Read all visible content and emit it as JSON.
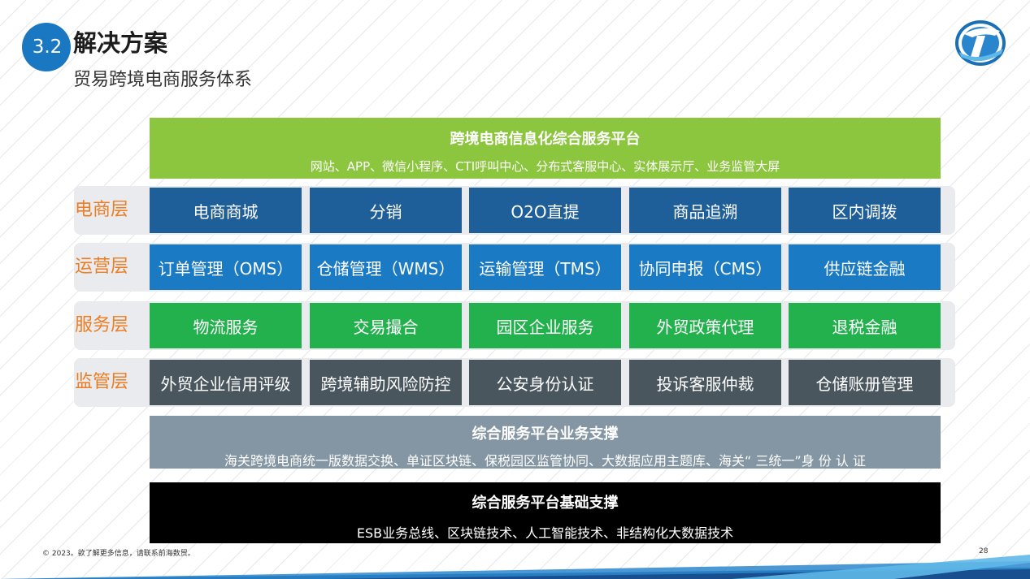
{
  "header": {
    "section_number": "3.2",
    "title": "解决方案",
    "subtitle": "贸易跨境电商服务体系"
  },
  "top_banner": {
    "title": "跨境电商信息化综合服务平台",
    "description": "网站、APP、微信小程序、CTI呼叫中心、分布式客服中心、实体展示厅、业务监管大屏"
  },
  "layers": [
    {
      "label": "电商层",
      "items": [
        "电商商城",
        "分销",
        "O2O直提",
        "商品追溯",
        "区内调拨"
      ]
    },
    {
      "label": "运营层",
      "items": [
        "订单管理（OMS）",
        "仓储管理（WMS）",
        "运输管理（TMS）",
        "协同申报（CMS）",
        "供应链金融"
      ]
    },
    {
      "label": "服务层",
      "items": [
        "物流服务",
        "交易撮合",
        "园区企业服务",
        "外贸政策代理",
        "退税金融"
      ]
    },
    {
      "label": "监管层",
      "items": [
        "外贸企业信用评级",
        "跨境辅助风险防控",
        "公安身份认证",
        "投诉客服仲裁",
        "仓储账册管理"
      ]
    }
  ],
  "support_banner": {
    "title": "综合服务平台业务支撑",
    "description": "海关跨境电商统一版数据交换、单证区块链、保税园区监管协同、大数据应用主题库、海关“ 三统一”身 份 认 证"
  },
  "base_banner": {
    "title": "综合服务平台基础支撑",
    "description": "ESB业务总线、区块链技术、人工智能技术、非结构化大数据技术"
  },
  "footer": {
    "copyright": "© 2023。欲了解更多信息，请联系前海数贸。",
    "page_number": "28"
  },
  "colors": {
    "accent_blue": "#1a78c2",
    "label_orange": "#ec7d22",
    "ecommerce_cell": "#1f5f99",
    "operations_cell": "#1a7bc4",
    "service_cell": "#22b14c",
    "supervision_cell": "#4a565e",
    "top_banner": "#8cc63f",
    "support_banner": "#8496a3",
    "base_banner": "#000000"
  },
  "icons": {
    "logo": "company-logo-icon"
  }
}
